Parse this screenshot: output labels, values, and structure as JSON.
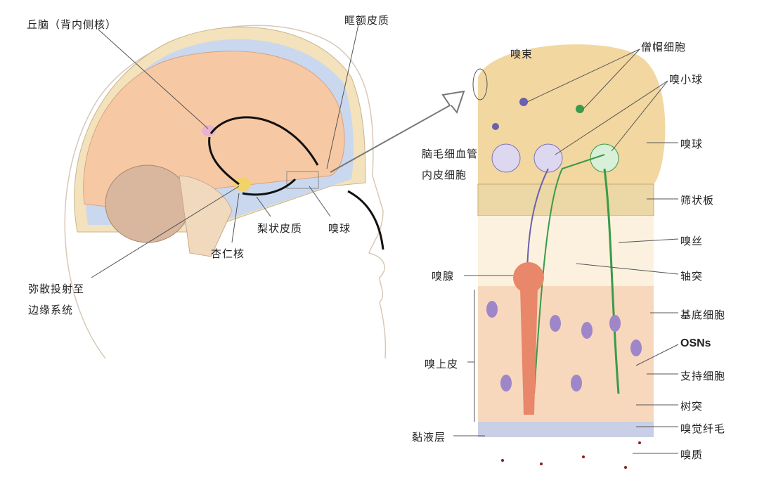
{
  "labels": {
    "thalamus": "丘脑（背内侧核）",
    "orbitofrontal": "眶额皮质",
    "olfactory_tract": "嗅束",
    "mitral_cells": "僧帽细胞",
    "glomeruli": "嗅小球",
    "olfactory_bulb_right": "嗅球",
    "capillary_line1": "脑毛细血管",
    "capillary_line2": "内皮细胞",
    "cribriform": "筛状板",
    "fila": "嗅丝",
    "axon": "轴突",
    "gland": "嗅腺",
    "basal_cells": "基底细胞",
    "osns": "OSNs",
    "support_cells": "支持细胞",
    "dendrite": "树突",
    "cilia": "嗅觉纤毛",
    "odorant": "嗅质",
    "mucus": "黏液层",
    "epithelium": "嗅上皮",
    "piriform": "梨状皮质",
    "olfactory_bulb_center": "嗅球",
    "amygdala": "杏仁核",
    "limbic_line1": "弥散投射至",
    "limbic_line2": "边缘系统"
  },
  "colors": {
    "brain": "#f6c9a4",
    "csf": "#c9d8ee",
    "skull": "#f3e2bb",
    "bulb": "#f2d7a0",
    "mitral": "#6a5fb0",
    "green": "#3a9a4a"
  }
}
